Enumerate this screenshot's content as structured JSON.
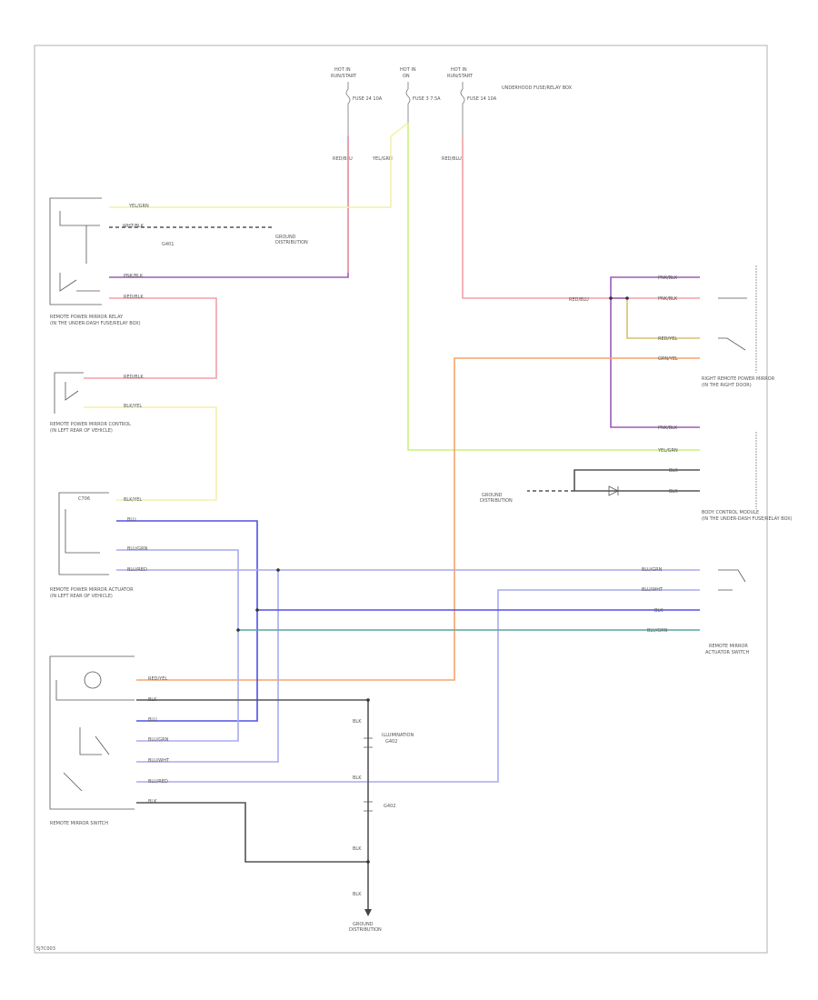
{
  "corner_label": "5J7C003",
  "fuses": [
    {
      "id": "left",
      "line1": "HOT IN",
      "line2": "RUN/START"
    },
    {
      "id": "mid",
      "line1": "HOT IN",
      "line2": "ON"
    },
    {
      "id": "right",
      "line1": "HOT IN",
      "line2": "RUN/START"
    }
  ],
  "fuse_desc": {
    "left": "FUSE 24 10A",
    "mid": "FUSE 3 7.5A",
    "right": "FUSE 14 10A",
    "box": "UNDERHOOD FUSE/RELAY BOX"
  },
  "wire_colors": {
    "red": "#f2a0a6",
    "yellow": "#f2f2a8",
    "lime": "#c8f07a",
    "green": "#9ee09a",
    "purple": "#9a5cb8",
    "orange": "#f5a36a",
    "blue": "#5050e6",
    "bluepale": "#aaaaee",
    "teal": "#5aa7a0",
    "black": "#444444"
  },
  "wires": {
    "red_top_left": "RED/BLU",
    "red_top_right": "RED/BLU",
    "yel_top": "YEL/GRN",
    "wht_blk": "WHT/BLK",
    "pur": "PNK/BLK",
    "redblk_1": "RED/BLK",
    "redblk_2": "RED/BLK",
    "yel_mid": "BLK/YEL",
    "yel_3": "BLK/YEL",
    "blk": "BLK",
    "blu_grn": "BLU/GRN",
    "blu_wht": "BLU/WHT",
    "right_top": "RED/BLU",
    "right_1": "PNK/BLK",
    "right_2": "PNK/BLK",
    "right_3": "RED/YEL",
    "right_4": "GRN/YEL",
    "right_5": "PNK/BLK",
    "right_6": "YEL/GRN",
    "right_7": "BLK",
    "right_8": "BLK",
    "ll_1": "BLU/GRN",
    "ll_2": "BLU/RED",
    "ll_3": "BLU",
    "ll_4": "BLU/GRN",
    "sw_1": "RED/YEL",
    "sw_2": "BLK",
    "sw_3": "BLU",
    "sw_4": "BLU/GRN",
    "sw_5": "BLU/WHT",
    "sw_6": "BLU/RED",
    "sw_7": "BLK",
    "blk_1": "BLK",
    "blk_2": "BLK",
    "blk_3": "BLK",
    "blk_4": "BLK"
  },
  "components": {
    "comp1_name": "REMOTE POWER MIRROR RELAY",
    "comp1_sub": "(IN THE UNDER-DASH FUSE/RELAY BOX)",
    "comp2_name": "REMOTE POWER MIRROR CONTROL",
    "comp2_sub": "(IN LEFT REAR OF VEHICLE)",
    "comp3_name": "REMOTE POWER MIRROR ACTUATOR",
    "comp3_sub": "(IN LEFT REAR OF VEHICLE)",
    "comp4_name": "REMOTE MIRROR SWITCH",
    "illum_name": "ILLUMINATION",
    "illum_sub": "G402",
    "ground1": "G401",
    "ground2": "G402",
    "ground_ref1": "GROUND",
    "ground_ref1b": "DISTRIBUTION",
    "ground_ref2": "GROUND",
    "ground_ref2b": "DISTRIBUTION",
    "ground_ref3": "GROUND",
    "ground_ref3b": "DISTRIBUTION",
    "right_comp_name": "RIGHT REMOTE POWER MIRROR",
    "right_comp_sub": "(IN THE RIGHT DOOR)",
    "body_ctrl_name": "BODY CONTROL MODULE",
    "body_ctrl_sub": "(IN THE UNDER-DASH FUSE/RELAY BOX)",
    "remote_mirror": "REMOTE MIRROR",
    "remote_mirror_sub": "ACTUATOR SWITCH",
    "tag_c": "C706"
  }
}
